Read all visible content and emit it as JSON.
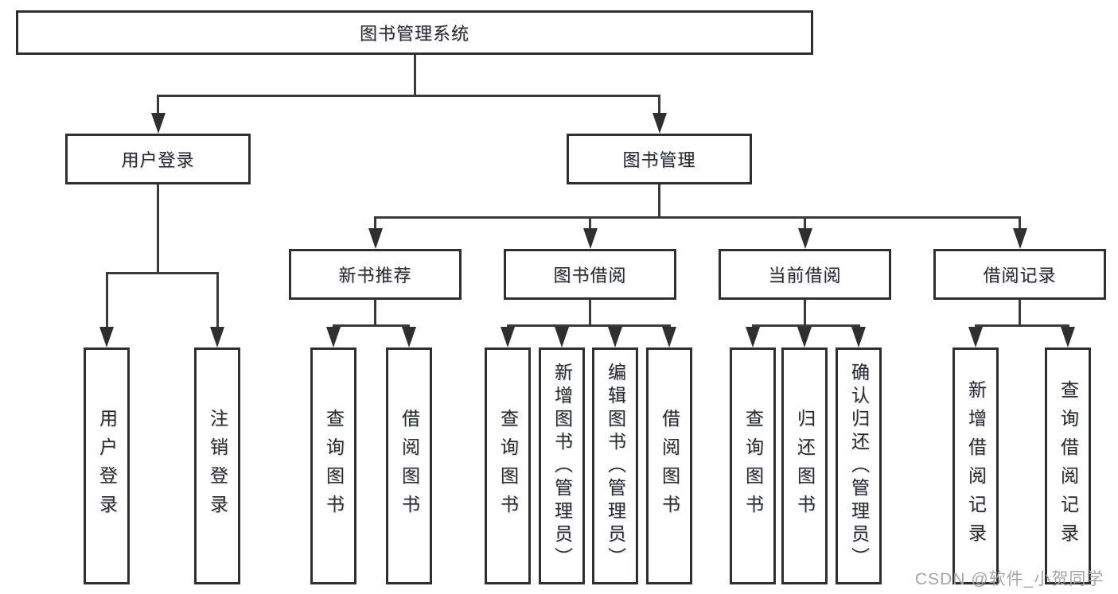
{
  "diagram": {
    "root": "图书管理系统",
    "l2": {
      "user_login": "用户登录",
      "book_management": "图书管理"
    },
    "l3": {
      "new_book_recommend": "新书推荐",
      "book_borrow": "图书借阅",
      "current_borrow": "当前借阅",
      "borrow_record": "借阅记录"
    },
    "leaves": {
      "user_login_leaf": "用户登录",
      "logout": "注销登录",
      "nb_query_books": "查询图书",
      "nb_borrow_books": "借阅图书",
      "bb_query_books": "查询图书",
      "bb_add_books": "新增图书（管理员）",
      "bb_edit_books": "编辑图书（管理员）",
      "bb_borrow_books": "借阅图书",
      "cb_query_books": "查询图书",
      "cb_return_books": "归还图书",
      "cb_confirm_return": "确认归还（管理员）",
      "br_add_record": "新增借阅记录",
      "br_query_record": "查询借阅记录"
    }
  },
  "watermark": "CSDN @软件_小贺同学",
  "colors": {
    "line": "#3a3a3a",
    "border": "#2f2f2f",
    "text": "#2b2b2b",
    "watermark": "#a6a6a6",
    "background": "#ffffff"
  }
}
